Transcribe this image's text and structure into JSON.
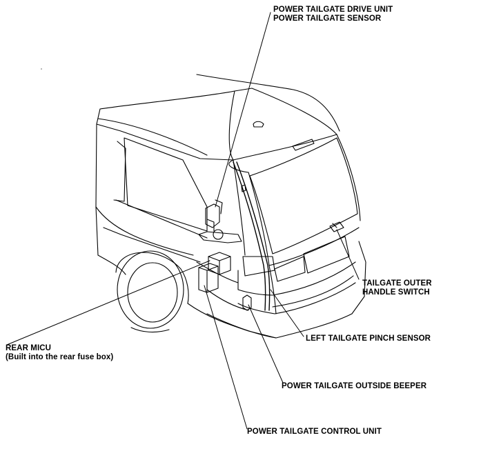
{
  "labels": {
    "drive_unit": "POWER TAILGATE DRIVE UNIT",
    "sensor": "POWER TAILGATE SENSOR",
    "outer_handle_line1": "TAILGATE OUTER",
    "outer_handle_line2": "HANDLE SWITCH",
    "pinch_sensor": "LEFT TAILGATE PINCH SENSOR",
    "rear_micu_line1": "REAR MICU",
    "rear_micu_line2": "(Built into the rear fuse box)",
    "outside_beeper": "POWER TAILGATE OUTSIDE BEEPER",
    "control_unit": "POWER TAILGATE CONTROL UNIT"
  }
}
